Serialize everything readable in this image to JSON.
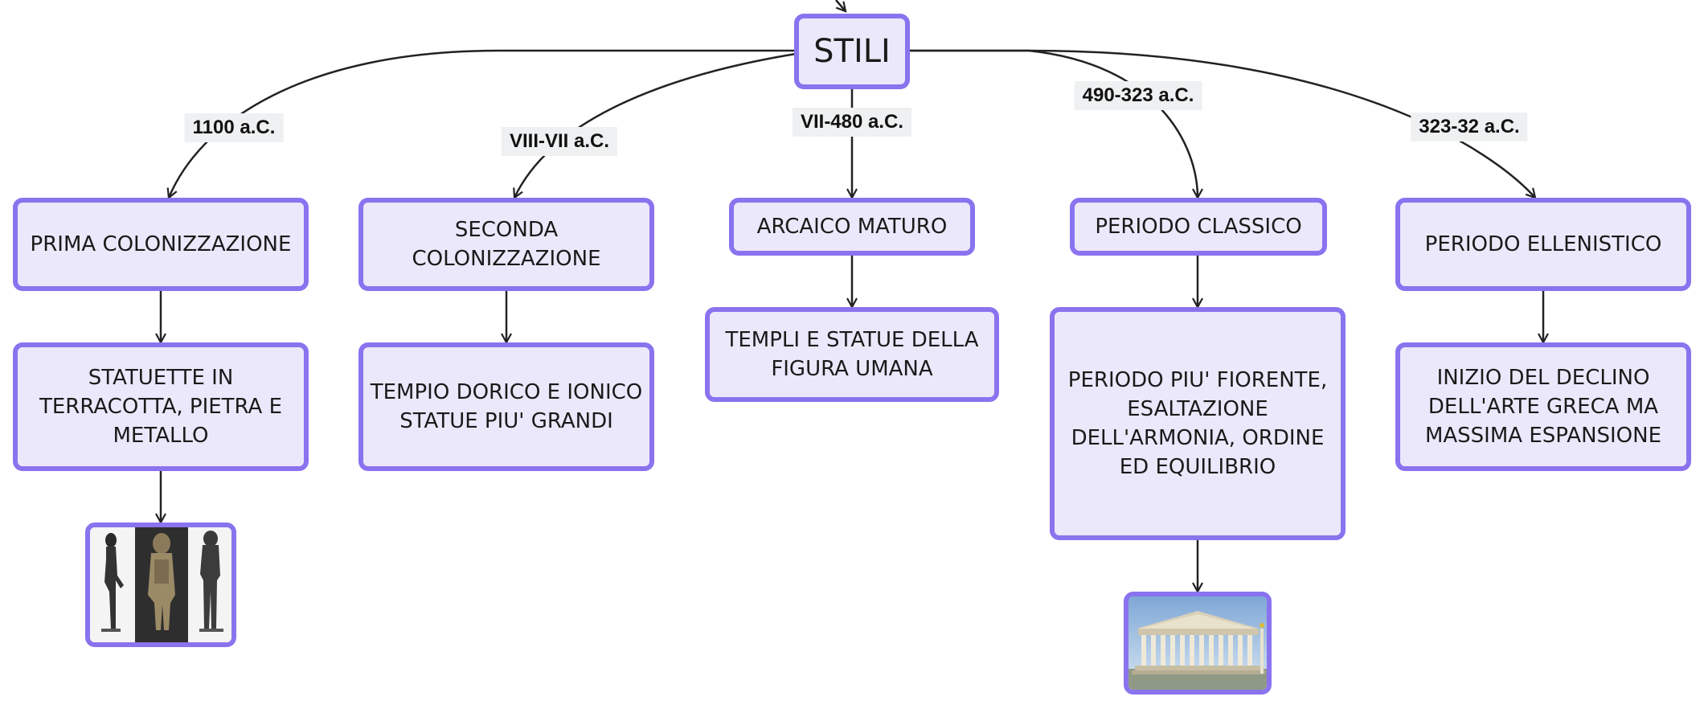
{
  "root": {
    "label": "STILI"
  },
  "periods": [
    {
      "date": "1100 a.C.",
      "title": "PRIMA COLONIZZAZIONE",
      "detail": "STATUETTE IN TERRACOTTA, PIETRA E METALLO",
      "image": "statuettes-photo"
    },
    {
      "date": "VIII-VII a.C.",
      "title": "SECONDA COLONIZZAZIONE",
      "detail": "TEMPIO DORICO E IONICO STATUE PIU' GRANDI"
    },
    {
      "date": "VII-480 a.C.",
      "title": "ARCAICO MATURO",
      "detail": "TEMPLI E STATUE DELLA FIGURA UMANA"
    },
    {
      "date": "490-323 a.C.",
      "title": "PERIODO CLASSICO",
      "detail": "PERIODO PIU' FIORENTE, ESALTAZIONE DELL'ARMONIA, ORDINE ED EQUILIBRIO",
      "image": "greek-temple-photo"
    },
    {
      "date": "323-32 a.C.",
      "title": "PERIODO ELLENISTICO",
      "detail": "INIZIO DEL DECLINO DELL'ARTE GRECA MA MASSIMA ESPANSIONE"
    }
  ],
  "colors": {
    "node_fill": "#ebe8fb",
    "node_border": "#8a73ef",
    "connector": "#222222",
    "label_bg": "#eef0f1"
  }
}
